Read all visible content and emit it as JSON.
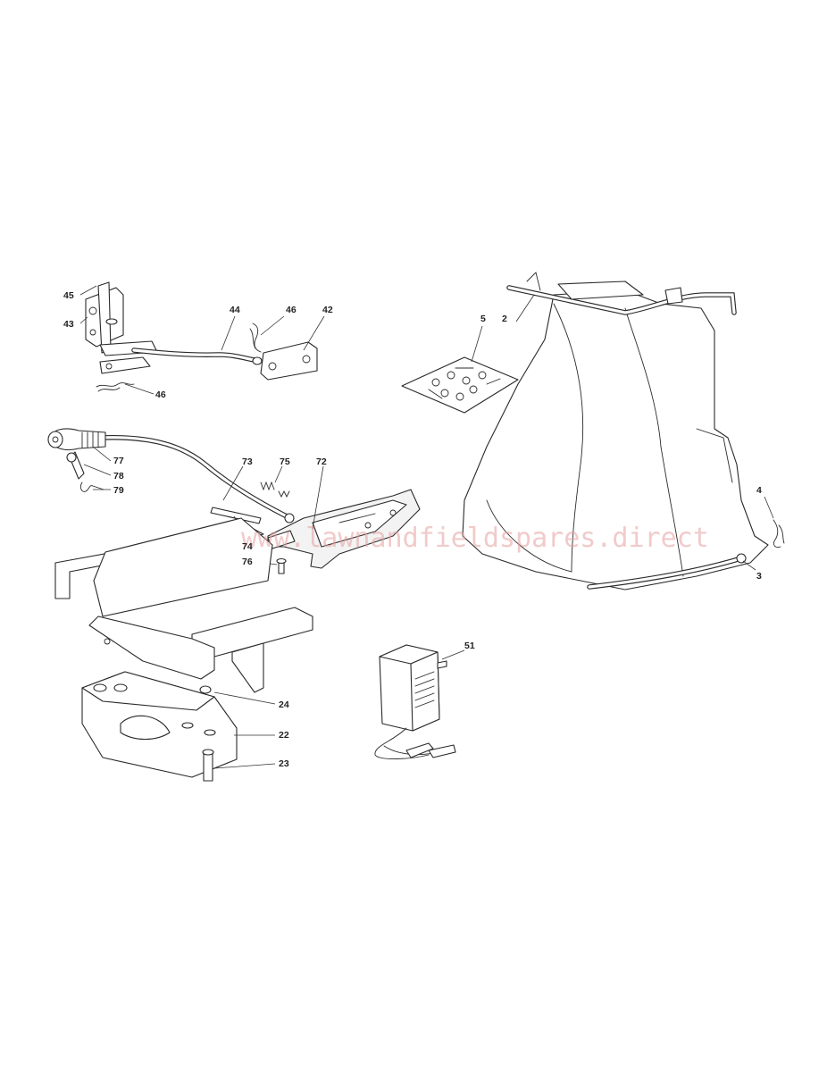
{
  "watermark": "www.lawnandfieldspares.direct",
  "callouts": {
    "c45": "45",
    "c43": "43",
    "c44": "44",
    "c46a": "46",
    "c42": "42",
    "c46b": "46",
    "c77": "77",
    "c78": "78",
    "c79": "79",
    "c73": "73",
    "c75": "75",
    "c72": "72",
    "c74": "74",
    "c76": "76",
    "c24": "24",
    "c22": "22",
    "c23": "23",
    "c51": "51",
    "c5": "5",
    "c2": "2",
    "c4": "4",
    "c3": "3"
  },
  "colors": {
    "line": "#2a2a2a",
    "watermark": "#e6a0a0",
    "background": "#ffffff"
  }
}
